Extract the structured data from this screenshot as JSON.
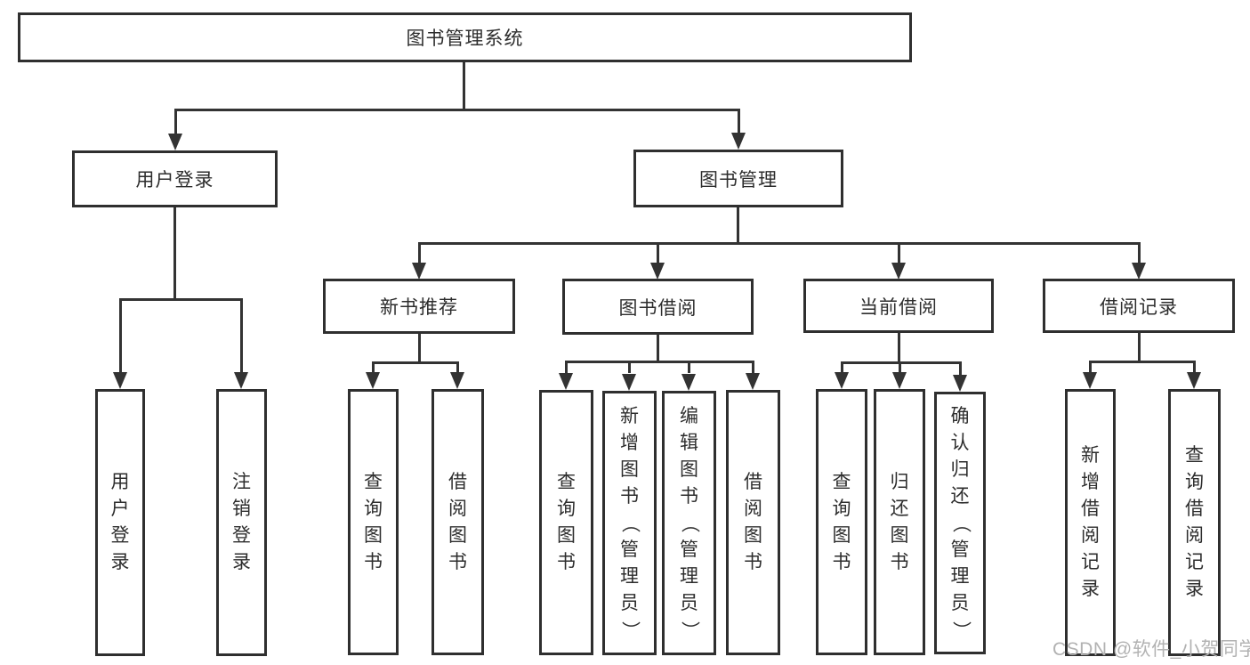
{
  "diagram": {
    "title_hint": "library management system function structure chart",
    "colors": {
      "box_border": "#2f2f2f",
      "line": "#333333",
      "text": "#2d2d2d",
      "watermark": "#b2b2b2",
      "background": "#ffffff"
    },
    "root": {
      "label": "图书管理系统"
    },
    "level2": [
      {
        "label": "用户登录"
      },
      {
        "label": "图书管理"
      }
    ],
    "level3": [
      {
        "label": "新书推荐"
      },
      {
        "label": "图书借阅"
      },
      {
        "label": "当前借阅"
      },
      {
        "label": "借阅记录"
      }
    ],
    "leaves": {
      "user_login": [
        "用户登录",
        "注销登录"
      ],
      "new_book": [
        "查询图书",
        "借阅图书"
      ],
      "book_borrow": [
        "查询图书",
        "新增图书（管理员）",
        "编辑图书（管理员）",
        "借阅图书"
      ],
      "current_borrow": [
        "查询图书",
        "归还图书",
        "确认归还（管理员）"
      ],
      "borrow_record": [
        "新增借阅记录",
        "查询借阅记录"
      ]
    },
    "watermark": "CSDN @软件_小贺同学"
  }
}
